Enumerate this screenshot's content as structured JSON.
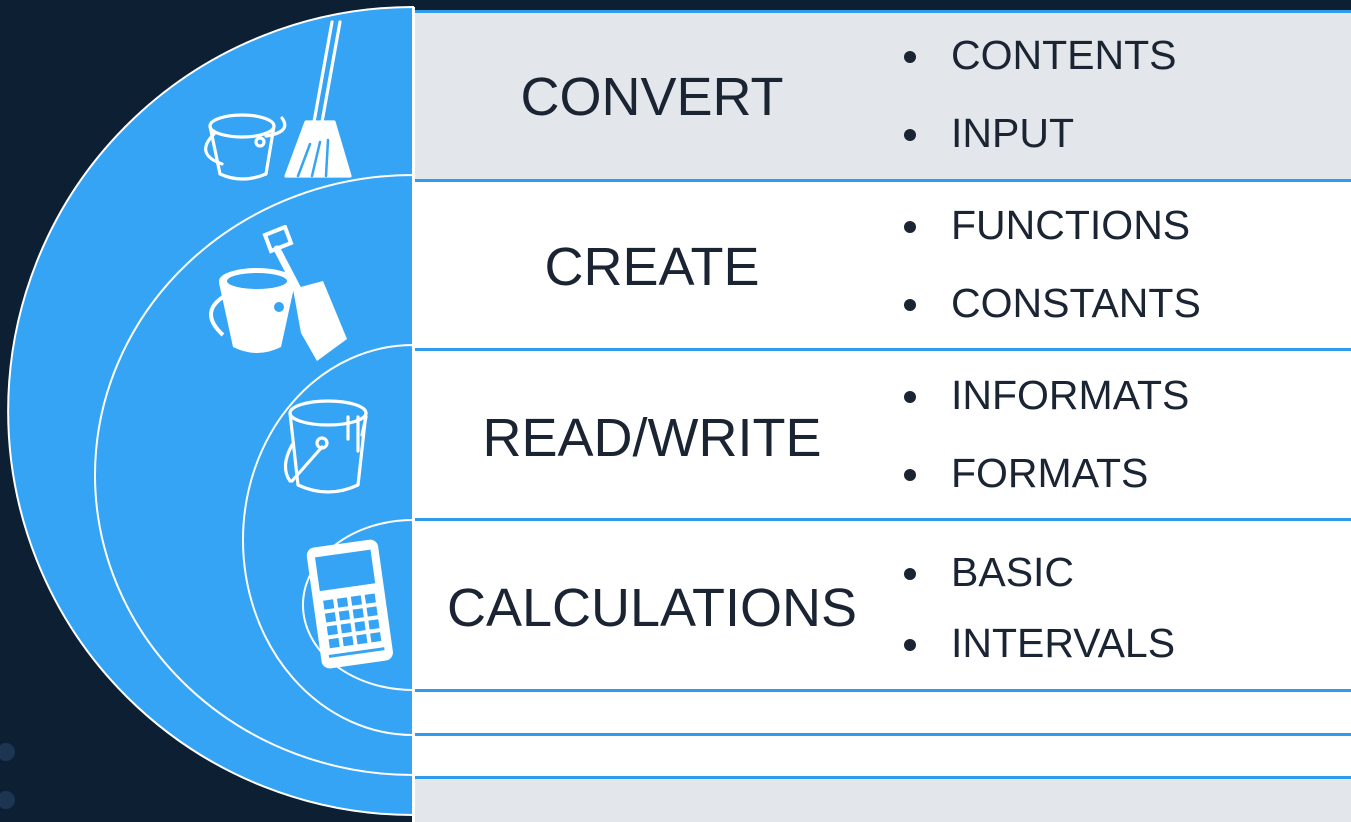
{
  "colors": {
    "background": "#0c1f33",
    "accent_blue": "#35a4f5",
    "row_gray": "#e3e6ea",
    "row_white": "#ffffff",
    "divider": "#2f9bee",
    "text": "#1a2433"
  },
  "rows": [
    {
      "title": "CONVERT",
      "icon": "bucket-and-broom-icon",
      "bullets": [
        "CONTENTS",
        "INPUT"
      ]
    },
    {
      "title": "CREATE",
      "icon": "bucket-and-shovel-icon",
      "bullets": [
        "FUNCTIONS",
        "CONSTANTS"
      ]
    },
    {
      "title": "READ/WRITE",
      "icon": "paint-bucket-icon",
      "bullets": [
        "INFORMATS",
        "FORMATS"
      ]
    },
    {
      "title": "CALCULATIONS",
      "icon": "calculator-icon",
      "bullets": [
        "BASIC",
        "INTERVALS"
      ]
    }
  ]
}
